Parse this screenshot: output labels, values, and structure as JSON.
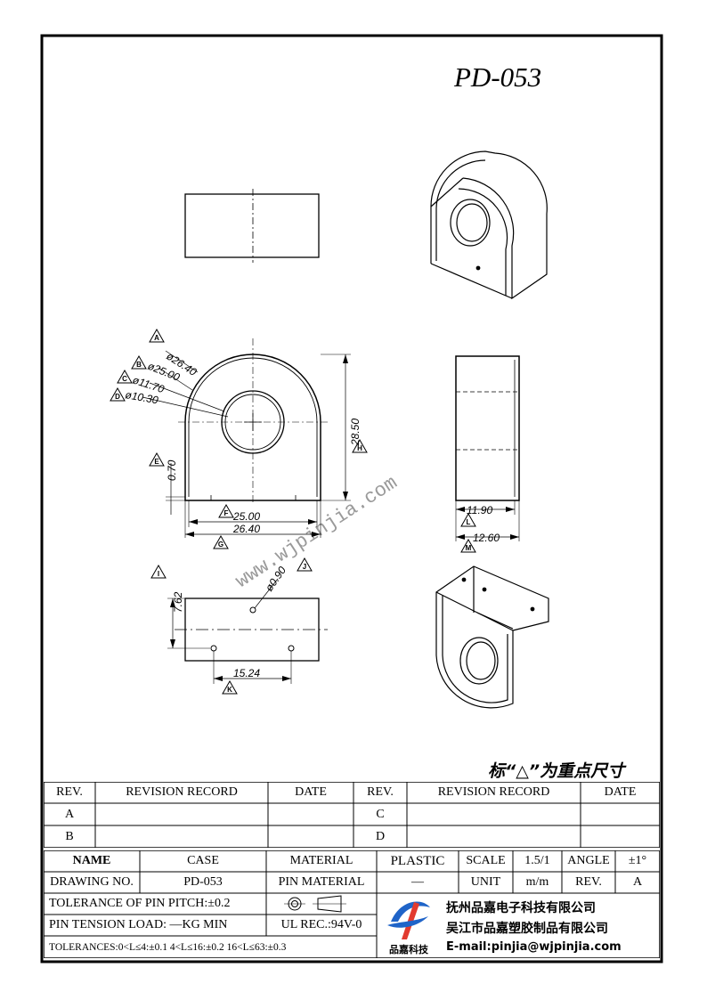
{
  "part_no": "PD-053",
  "dims": {
    "A": "ø26.40",
    "B": "ø25.00",
    "C": "ø11.70",
    "D": "ø10.30",
    "E": "0.70",
    "F": "25.00",
    "G": "26.40",
    "H": "28.50",
    "I": "7.62",
    "J": "ø0.90",
    "K": "15.24",
    "L": "11.90",
    "M": "12.60"
  },
  "callouts": [
    "A",
    "B",
    "C",
    "D",
    "E",
    "F",
    "G",
    "H",
    "I",
    "J",
    "K",
    "L",
    "M"
  ],
  "watermark": "www.wjpinjia.com",
  "note": "标“△”为重点尺寸",
  "revision": {
    "headers": [
      "REV.",
      "REVISION RECORD",
      "DATE",
      "REV.",
      "REVISION RECORD",
      "DATE"
    ],
    "rows": [
      [
        "A",
        "",
        "",
        "C",
        "",
        ""
      ],
      [
        "B",
        "",
        "",
        "D",
        "",
        ""
      ]
    ]
  },
  "title_block": {
    "name_label": "NAME",
    "case_label": "CASE",
    "material_label": "MATERIAL",
    "material_value": "PLASTIC",
    "scale_label": "SCALE",
    "scale_value": "1.5/1",
    "angle_label": "ANGLE",
    "angle_value": "±1°",
    "drawing_no_label": "DRAWING NO.",
    "drawing_no_value": "PD-053",
    "pin_material_label": "PIN MATERIAL",
    "pin_material_value": "—",
    "unit_label": "UNIT",
    "unit_value": "m/m",
    "rev_label": "REV.",
    "rev_value": "A",
    "pitch_tol": "TOLERANCE OF PIN PITCH:±0.2",
    "pin_tension": "PIN TENSION LOAD:  —KG   MIN",
    "ul_rec": "UL REC.:94V-0",
    "tolerances": "TOLERANCES:0<L≤4:±0.1 4<L≤16:±0.2 16<L≤63:±0.3",
    "company_1": "抚州品嘉电子科技有限公司",
    "company_2": "吴江市品嘉塑胶制品有限公司",
    "email": "E-mail:pinjia@wjpinjia.com",
    "logo_text": "品嘉科技"
  }
}
